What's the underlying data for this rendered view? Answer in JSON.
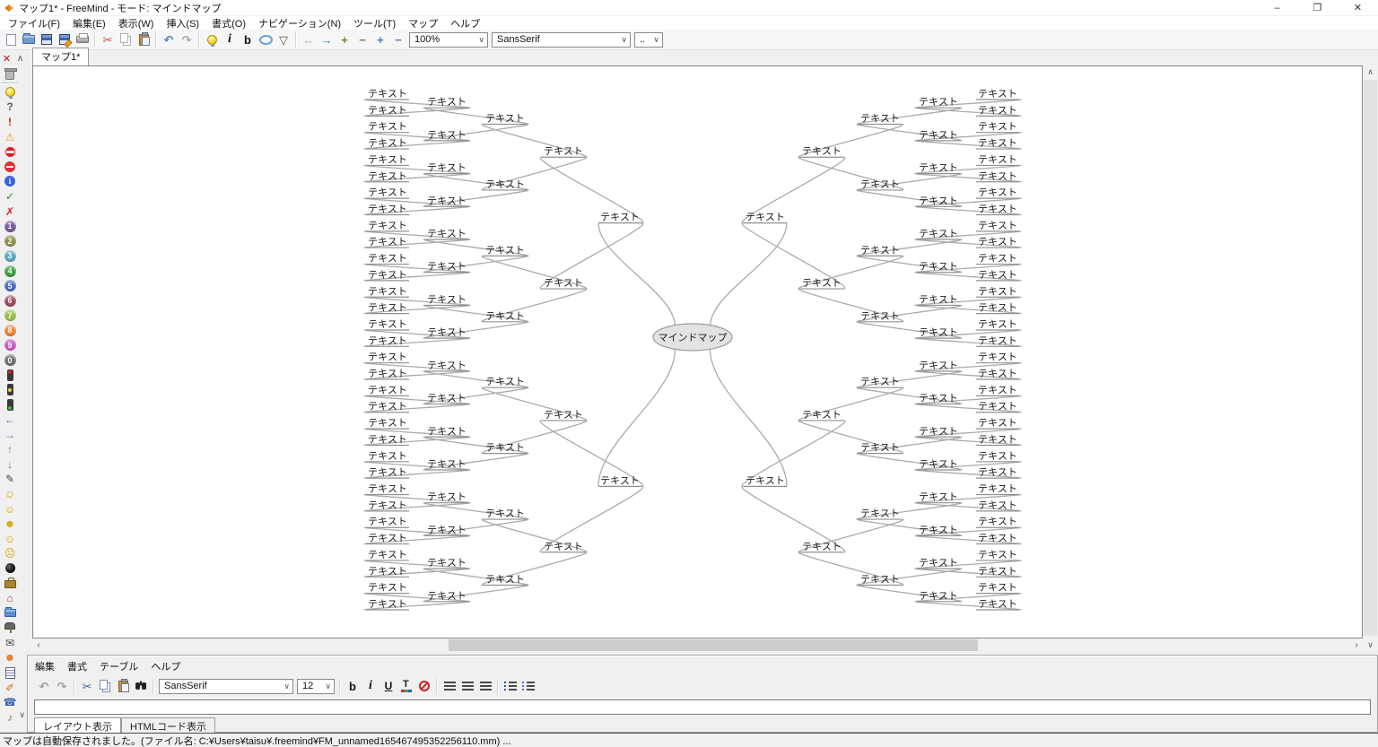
{
  "window": {
    "title": "マップ1* - FreeMind - モード: マインドマップ",
    "controls": [
      {
        "name": "minimize-button",
        "glyph": "–"
      },
      {
        "name": "restore-button",
        "glyph": "❐"
      },
      {
        "name": "close-button",
        "glyph": "✕"
      }
    ]
  },
  "menubar": {
    "items": [
      {
        "name": "menu-file",
        "label": "ファイル(F)"
      },
      {
        "name": "menu-edit",
        "label": "編集(E)"
      },
      {
        "name": "menu-view",
        "label": "表示(W)"
      },
      {
        "name": "menu-insert",
        "label": "挿入(S)"
      },
      {
        "name": "menu-format",
        "label": "書式(O)"
      },
      {
        "name": "menu-navigation",
        "label": "ナビゲーション(N)"
      },
      {
        "name": "menu-tools",
        "label": "ツール(T)"
      },
      {
        "name": "menu-map",
        "label": "マップ"
      },
      {
        "name": "menu-help",
        "label": "ヘルプ"
      }
    ]
  },
  "toolbar": {
    "items": [
      {
        "name": "new-map-button",
        "kind": "page"
      },
      {
        "name": "open-map-button",
        "kind": "folder"
      },
      {
        "name": "save-button",
        "kind": "floppy"
      },
      {
        "name": "save-as-button",
        "kind": "floppy-edit"
      },
      {
        "name": "print-button",
        "kind": "printer"
      },
      {
        "sep": true
      },
      {
        "name": "cut-button",
        "glyph": "✂",
        "color": "#c0504d"
      },
      {
        "name": "copy-button",
        "kind": "copy"
      },
      {
        "name": "paste-button",
        "kind": "paste"
      },
      {
        "sep": true
      },
      {
        "name": "undo-button",
        "glyph": "↶",
        "color": "#4a7ebb",
        "cls": "bo"
      },
      {
        "name": "redo-button",
        "glyph": "↷",
        "color": "#a8a8a8",
        "cls": "bo"
      },
      {
        "sep": true
      },
      {
        "name": "idea-icon-button",
        "kind": "bulb"
      },
      {
        "name": "italic-button",
        "glyph": "i",
        "color": "#111111",
        "cls": "it"
      },
      {
        "name": "bold-button",
        "glyph": "b",
        "color": "#111111",
        "cls": "bo"
      },
      {
        "name": "cloud-button",
        "kind": "bubble"
      },
      {
        "name": "filter-button",
        "glyph": "▽",
        "color": "#555555"
      },
      {
        "sep": true
      },
      {
        "name": "back-button",
        "glyph": "←",
        "color": "#8fb0d0",
        "cls": "bo"
      },
      {
        "name": "forward-button",
        "glyph": "→",
        "color": "#4a7ebb",
        "cls": "bo"
      },
      {
        "name": "unfold-button",
        "glyph": "+",
        "color": "#7b7d3f",
        "cls": "bo"
      },
      {
        "name": "fold-button",
        "glyph": "−",
        "color": "#7b7d3f",
        "cls": "bo"
      },
      {
        "name": "zoom-in-button",
        "glyph": "+",
        "color": "#4a7ebb",
        "cls": "bo"
      },
      {
        "name": "zoom-out-button",
        "glyph": "−",
        "color": "#4a7ebb",
        "cls": "bo"
      },
      {
        "name": "zoom-select",
        "combo": {
          "value": "100%",
          "width": 88
        }
      },
      {
        "name": "font-select",
        "combo": {
          "value": "SansSerif",
          "width": 155
        }
      },
      {
        "name": "font-size-select",
        "combo": {
          "value": "..",
          "width": 32
        }
      }
    ]
  },
  "map_tab": {
    "label": "マップ1*"
  },
  "sidebar": {
    "close_glyph": "✕",
    "scroll_up_glyph": "∧",
    "scroll_down_glyph": "∨",
    "icons": [
      {
        "name": "trash-icon",
        "kind": "trash"
      },
      {
        "divider": true
      },
      {
        "name": "idea-icon",
        "kind": "bulb"
      },
      {
        "name": "help-icon",
        "glyph": "?",
        "color": "#556070",
        "cls": "bo"
      },
      {
        "name": "important-icon",
        "glyph": "!",
        "color": "#c03000",
        "cls": "bo"
      },
      {
        "name": "warning-icon",
        "glyph": "⚠",
        "color": "#e8a100"
      },
      {
        "name": "stop-icon",
        "kind": "stop"
      },
      {
        "name": "no-entry-icon",
        "kind": "noentry"
      },
      {
        "name": "info-icon",
        "kind": "info",
        "glyph": "i"
      },
      {
        "name": "ok-icon",
        "glyph": "✓",
        "color": "#1a9a1a",
        "cls": "bo"
      },
      {
        "name": "not-ok-icon",
        "glyph": "✗",
        "color": "#d42222",
        "cls": "bo"
      },
      {
        "name": "number-1-icon",
        "kind": "num",
        "num": "1",
        "color": "#7a5a9e"
      },
      {
        "name": "number-2-icon",
        "kind": "num",
        "num": "2",
        "color": "#8f8f4f"
      },
      {
        "name": "number-3-icon",
        "kind": "num",
        "num": "3",
        "color": "#58a8c0"
      },
      {
        "name": "number-4-icon",
        "kind": "num",
        "num": "4",
        "color": "#3f9e3f"
      },
      {
        "name": "number-5-icon",
        "kind": "num",
        "num": "5",
        "color": "#4a6cc0"
      },
      {
        "name": "number-6-icon",
        "kind": "num",
        "num": "6",
        "color": "#a04858"
      },
      {
        "name": "number-7-icon",
        "kind": "num",
        "num": "7",
        "color": "#9cc04a"
      },
      {
        "name": "number-8-icon",
        "kind": "num",
        "num": "8",
        "color": "#f08438"
      },
      {
        "name": "number-9-icon",
        "kind": "num",
        "num": "9",
        "color": "#cc58c0"
      },
      {
        "name": "number-0-icon",
        "kind": "num",
        "num": "0",
        "color": "#707070"
      },
      {
        "name": "traffic-red-icon",
        "kind": "tl",
        "pos": "top",
        "color": "#e02020"
      },
      {
        "name": "traffic-yellow-icon",
        "kind": "tl",
        "pos": "mid",
        "color": "#f0d020"
      },
      {
        "name": "traffic-green-icon",
        "kind": "tl",
        "pos": "bot",
        "color": "#30c030"
      },
      {
        "name": "arrow-left-icon",
        "glyph": "←",
        "color": "#4a7ebb",
        "cls": "bo"
      },
      {
        "name": "arrow-right-icon",
        "glyph": "→",
        "color": "#4a7ebb",
        "cls": "bo"
      },
      {
        "name": "arrow-up-icon",
        "glyph": "↑",
        "color": "#4a7ebb",
        "cls": "bo"
      },
      {
        "name": "arrow-down-icon",
        "glyph": "↓",
        "color": "#4a7ebb",
        "cls": "bo"
      },
      {
        "name": "pencil-icon",
        "glyph": "✎",
        "color": "#3a4a5a"
      },
      {
        "name": "smiley-neutral-icon",
        "glyph": "☺",
        "color": "#d8a800"
      },
      {
        "name": "smiley-smile-icon",
        "glyph": "☺",
        "color": "#d8a800"
      },
      {
        "name": "smiley-laugh-icon",
        "glyph": "☻",
        "color": "#d8a800"
      },
      {
        "name": "smiley-wink-icon",
        "glyph": "☺",
        "color": "#d8a800"
      },
      {
        "name": "smiley-sad-icon",
        "glyph": "☹",
        "color": "#d8a800"
      },
      {
        "name": "bomb-icon",
        "kind": "bomb"
      },
      {
        "name": "briefcase-icon",
        "kind": "case"
      },
      {
        "name": "home-icon",
        "glyph": "⌂",
        "color": "#b04030",
        "cls": "bo"
      },
      {
        "name": "folder-icon",
        "kind": "folder2"
      },
      {
        "name": "mailbox-icon",
        "kind": "mailbox"
      },
      {
        "name": "mail-icon",
        "glyph": "✉",
        "color": "#444444"
      },
      {
        "name": "person-icon",
        "glyph": "☻",
        "color": "#e07828"
      },
      {
        "name": "list-icon",
        "kind": "list"
      },
      {
        "name": "edit-icon",
        "glyph": "✐",
        "color": "#d07020"
      },
      {
        "name": "phone-icon",
        "glyph": "☎",
        "color": "#3a5fae"
      },
      {
        "name": "music-icon",
        "glyph": "♪",
        "color": "#8a7a3a",
        "cls": "bo"
      }
    ]
  },
  "scrollbars": {
    "up_glyph": "∧",
    "down_glyph": "∨",
    "left_glyph": "‹",
    "right_glyph": "›"
  },
  "mindmap": {
    "root_label": "マインドマップ",
    "node_label": "テキスト",
    "branches_per_side": 2,
    "children_per_node": 2,
    "levels_below_root": 5,
    "leaves_per_side": 32,
    "edge_color": "#ababab",
    "line_color": "#909090",
    "text_color": "#1a1a1a",
    "root_fill": "#e3e3e3",
    "root_border": "#9b9b9b"
  },
  "editor": {
    "menu": [
      {
        "name": "editor-menu-edit",
        "label": "編集"
      },
      {
        "name": "editor-menu-format",
        "label": "書式"
      },
      {
        "name": "editor-menu-table",
        "label": "テーブル"
      },
      {
        "name": "editor-menu-help",
        "label": "ヘルプ"
      }
    ],
    "toolbar_items": [
      {
        "name": "editor-undo-button",
        "glyph": "↶",
        "color": "#9aa0ac",
        "cls": "bo"
      },
      {
        "name": "editor-redo-button",
        "glyph": "↷",
        "color": "#9aa0ac",
        "cls": "bo"
      },
      {
        "sep": true
      },
      {
        "name": "editor-cut-button",
        "glyph": "✂",
        "color": "#3b5fae"
      },
      {
        "name": "editor-copy-button",
        "kind": "copy2"
      },
      {
        "name": "editor-paste-button",
        "kind": "paste"
      },
      {
        "name": "editor-find-button",
        "kind": "binoc"
      },
      {
        "sep": true
      },
      {
        "name": "editor-font-select",
        "combo": {
          "value": "SansSerif",
          "width": 150
        }
      },
      {
        "name": "editor-size-select",
        "combo": {
          "value": "12",
          "width": 42
        }
      },
      {
        "sep": true
      },
      {
        "name": "editor-bold-button",
        "glyph": "b",
        "color": "#111111",
        "cls": "bo"
      },
      {
        "name": "editor-italic-button",
        "glyph": "i",
        "color": "#111111",
        "cls": "it"
      },
      {
        "name": "editor-underline-button",
        "glyph": "U",
        "color": "#111111",
        "cls": "un"
      },
      {
        "name": "editor-font-color-button",
        "kind": "fontcolor"
      },
      {
        "name": "editor-remove-format-button",
        "kind": "nofmt"
      },
      {
        "sep": true
      },
      {
        "name": "editor-align-left-button",
        "kind": "align"
      },
      {
        "name": "editor-align-center-button",
        "kind": "align"
      },
      {
        "name": "editor-align-right-button",
        "kind": "align"
      },
      {
        "sep": true
      },
      {
        "name": "editor-bullet-list-button",
        "kind": "ul"
      },
      {
        "name": "editor-numbered-list-button",
        "kind": "ol"
      }
    ],
    "input_value": "",
    "tabs": [
      {
        "name": "tab-layout-view",
        "label": "レイアウト表示",
        "active": true
      },
      {
        "name": "tab-html-view",
        "label": "HTMLコード表示",
        "active": false
      }
    ]
  },
  "statusbar": {
    "text": "マップは自動保存されました。(ファイル名: C:¥Users¥taisu¥.freemind¥FM_unnamed165467495352256110.mm) ..."
  }
}
